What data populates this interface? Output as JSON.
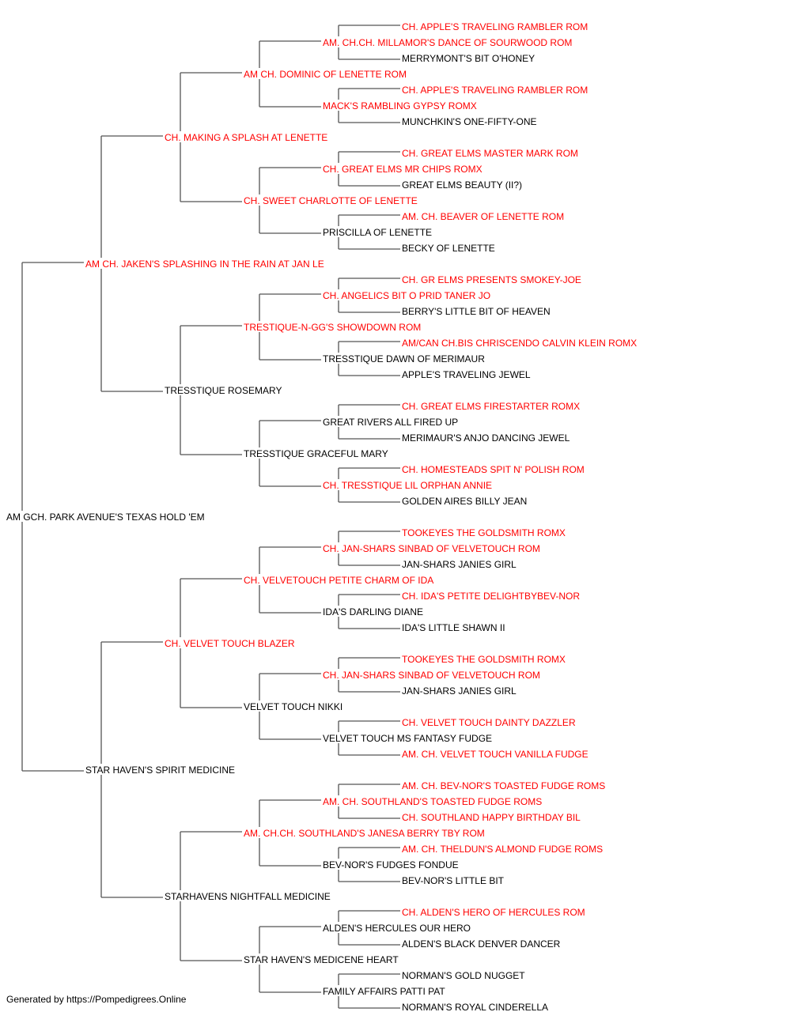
{
  "colors": {
    "champion": "#ff0000",
    "normal": "#000000",
    "line": "#555555"
  },
  "pedigree": [
    {
      "name": "AM GCH. PARK AVENUE'S TEXAS HOLD 'EM",
      "champion": false
    },
    {
      "name": "AM CH. JAKEN'S SPLASHING IN THE RAIN AT JAN LE",
      "champion": true
    },
    {
      "name": "STAR HAVEN'S SPIRIT MEDICINE",
      "champion": false
    },
    {
      "name": "CH. MAKING A SPLASH AT LENETTE",
      "champion": true
    },
    {
      "name": "TRESSTIQUE ROSEMARY",
      "champion": false
    },
    {
      "name": "CH. VELVET TOUCH BLAZER",
      "champion": true
    },
    {
      "name": "STARHAVENS NIGHTFALL MEDICINE",
      "champion": false
    },
    {
      "name": "AM CH. DOMINIC OF LENETTE ROM",
      "champion": true
    },
    {
      "name": "CH. SWEET CHARLOTTE OF LENETTE",
      "champion": true
    },
    {
      "name": "TRESTIQUE-N-GG'S SHOWDOWN ROM",
      "champion": true
    },
    {
      "name": "TRESSTIQUE GRACEFUL MARY",
      "champion": false
    },
    {
      "name": "CH. VELVETOUCH PETITE CHARM OF IDA",
      "champion": true
    },
    {
      "name": "VELVET TOUCH NIKKI",
      "champion": false
    },
    {
      "name": "AM. CH.CH. SOUTHLAND'S JANESA BERRY TBY ROM",
      "champion": true
    },
    {
      "name": "STAR HAVEN'S MEDICENE HEART",
      "champion": false
    },
    {
      "name": "AM. CH.CH. MILLAMOR'S DANCE OF SOURWOOD ROM",
      "champion": true
    },
    {
      "name": "MACK'S RAMBLING GYPSY ROMX",
      "champion": true
    },
    {
      "name": "CH. GREAT ELMS MR CHIPS ROMX",
      "champion": true
    },
    {
      "name": "PRISCILLA OF LENETTE",
      "champion": false
    },
    {
      "name": "CH. ANGELICS BIT O PRID TANER JO",
      "champion": true
    },
    {
      "name": "TRESSTIQUE DAWN OF MERIMAUR",
      "champion": false
    },
    {
      "name": "GREAT RIVERS ALL FIRED UP",
      "champion": false
    },
    {
      "name": "CH. TRESSTIQUE LIL ORPHAN ANNIE",
      "champion": true
    },
    {
      "name": "CH. JAN-SHARS SINBAD OF VELVETOUCH ROM",
      "champion": true
    },
    {
      "name": "IDA'S DARLING DIANE",
      "champion": false
    },
    {
      "name": "CH. JAN-SHARS SINBAD OF VELVETOUCH ROM",
      "champion": true
    },
    {
      "name": "VELVET TOUCH MS FANTASY FUDGE",
      "champion": false
    },
    {
      "name": "AM. CH. SOUTHLAND'S TOASTED FUDGE ROMS",
      "champion": true
    },
    {
      "name": "BEV-NOR'S FUDGES FONDUE",
      "champion": false
    },
    {
      "name": "ALDEN'S HERCULES OUR HERO",
      "champion": false
    },
    {
      "name": "FAMILY AFFAIRS PATTI PAT",
      "champion": false
    },
    {
      "name": "CH. APPLE'S TRAVELING RAMBLER ROM",
      "champion": true
    },
    {
      "name": "MERRYMONT'S BIT O'HONEY",
      "champion": false
    },
    {
      "name": "CH. APPLE'S TRAVELING RAMBLER ROM",
      "champion": true
    },
    {
      "name": "MUNCHKIN'S ONE-FIFTY-ONE",
      "champion": false
    },
    {
      "name": "CH. GREAT ELMS MASTER MARK ROM",
      "champion": true
    },
    {
      "name": "GREAT ELMS BEAUTY (II?)",
      "champion": false
    },
    {
      "name": "AM. CH. BEAVER OF LENETTE ROM",
      "champion": true
    },
    {
      "name": "BECKY OF LENETTE",
      "champion": false
    },
    {
      "name": "CH. GR ELMS PRESENTS SMOKEY-JOE",
      "champion": true
    },
    {
      "name": "BERRY'S LITTLE BIT OF HEAVEN",
      "champion": false
    },
    {
      "name": "AM/CAN CH.BIS CHRISCENDO CALVIN KLEIN ROMX",
      "champion": true
    },
    {
      "name": "APPLE'S TRAVELING JEWEL",
      "champion": false
    },
    {
      "name": "CH. GREAT ELMS FIRESTARTER ROMX",
      "champion": true
    },
    {
      "name": "MERIMAUR'S ANJO DANCING JEWEL",
      "champion": false
    },
    {
      "name": "CH. HOMESTEADS SPIT N' POLISH ROM",
      "champion": true
    },
    {
      "name": "GOLDEN AIRES BILLY JEAN",
      "champion": false
    },
    {
      "name": "TOOKEYES THE GOLDSMITH ROMX",
      "champion": true
    },
    {
      "name": "JAN-SHARS JANIES GIRL",
      "champion": false
    },
    {
      "name": "CH. IDA'S PETITE DELIGHTBYBEV-NOR",
      "champion": true
    },
    {
      "name": "IDA'S LITTLE SHAWN II",
      "champion": false
    },
    {
      "name": "TOOKEYES THE GOLDSMITH ROMX",
      "champion": true
    },
    {
      "name": "JAN-SHARS JANIES GIRL",
      "champion": false
    },
    {
      "name": "CH. VELVET TOUCH DAINTY DAZZLER",
      "champion": true
    },
    {
      "name": "AM. CH. VELVET TOUCH VANILLA FUDGE",
      "champion": true
    },
    {
      "name": "AM. CH. BEV-NOR'S TOASTED FUDGE ROMS",
      "champion": true
    },
    {
      "name": "CH. SOUTHLAND HAPPY BIRTHDAY BIL",
      "champion": true
    },
    {
      "name": "AM. CH. THELDUN'S ALMOND FUDGE ROMS",
      "champion": true
    },
    {
      "name": "BEV-NOR'S LITTLE BIT",
      "champion": false
    },
    {
      "name": "CH. ALDEN'S HERO OF HERCULES ROM",
      "champion": true
    },
    {
      "name": "ALDEN'S BLACK DENVER DANCER",
      "champion": false
    },
    {
      "name": "NORMAN'S GOLD NUGGET",
      "champion": false
    },
    {
      "name": "NORMAN'S ROYAL CINDERELLA",
      "champion": false
    }
  ],
  "footer": "Generated by https://Pompedigrees.Online"
}
